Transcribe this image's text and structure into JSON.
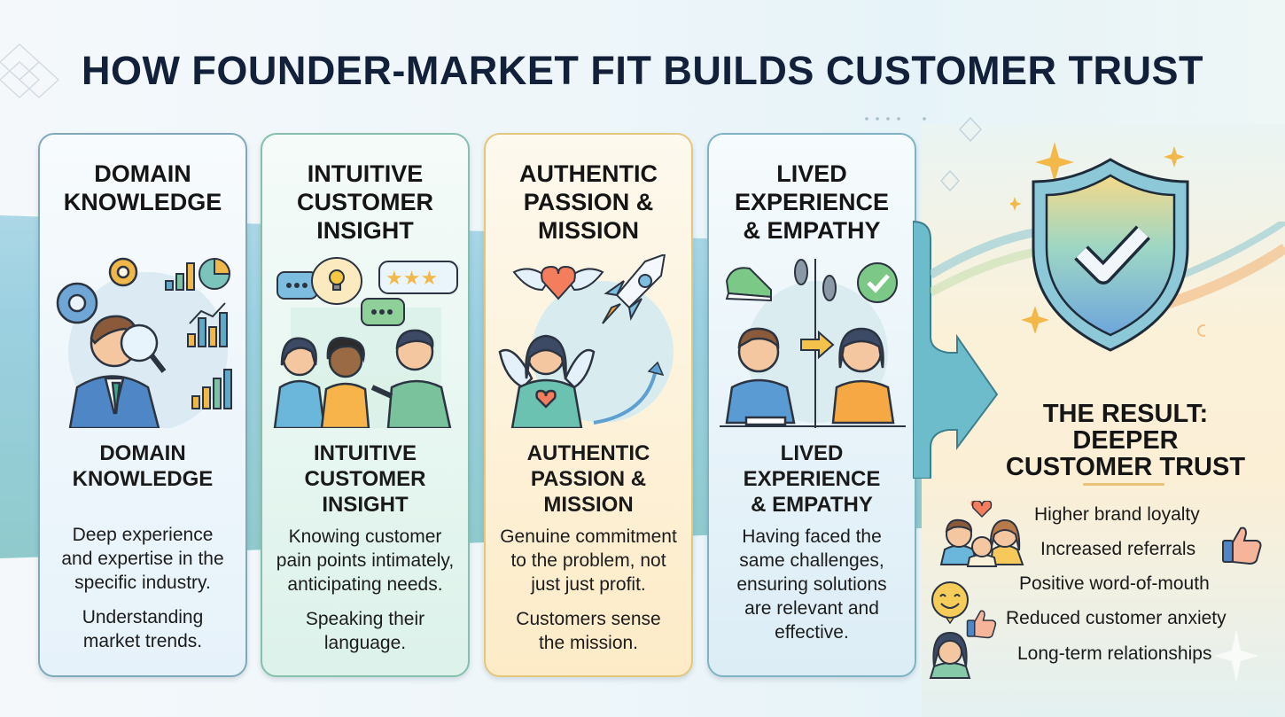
{
  "title": "HOW FOUNDER-MARKET FIT BUILDS CUSTOMER TRUST",
  "cards": [
    {
      "heading": "DOMAIN\nKNOWLEDGE",
      "subheading": "DOMAIN\nKNOWLEDGE",
      "body": "Deep experience\nand expertise in the\nspecific industry.",
      "body2": "Understanding\nmarket trends.",
      "illustration": "analyst-with-magnifier-and-charts"
    },
    {
      "heading": "INTUITIVE\nCUSTOMER\nINSIGHT",
      "subheading": "INTUITIVE\nCUSTOMER\nINSIGHT",
      "body": "Knowing customer\npain points intimately,\nanticipating needs.",
      "body2": "Speaking their\nlanguage.",
      "illustration": "people-talking-with-speech-bubbles"
    },
    {
      "heading": "AUTHENTIC\nPASSION &\nMISSION",
      "subheading": "AUTHENTIC\nPASSION &\nMISSION",
      "body": "Genuine commitment\nto the problem, not\njust just profit.",
      "body2": "Customers sense\nthe mission.",
      "illustration": "winged-heart-and-rocket"
    },
    {
      "heading": "LIVED\nEXPERIENCE\n& EMPATHY",
      "subheading": "LIVED\nEXPERIENCE\n& EMPATHY",
      "body": "Having faced the\nsame challenges,\nensuring solutions\nare relevant and\neffective.",
      "body2": "",
      "illustration": "stressed-to-happy-person"
    }
  ],
  "result": {
    "title": "THE RESULT:\nDEEPER\nCUSTOMER TRUST",
    "icon": "shield-check-icon",
    "benefits": [
      "Higher brand loyalty",
      "Increased referrals",
      "Positive word-of-mouth",
      "Reduced customer anxiety",
      "Long-term relationships"
    ]
  },
  "colors": {
    "title": "#13203a",
    "card1_border": "#7fa9b8",
    "card2_border": "#86bfae",
    "card3_border": "#e3c77d",
    "card4_border": "#7fb3c2",
    "arrow": "#6dbccb",
    "shield": "#7cc0d6",
    "sparkle": "#f2b94a"
  }
}
